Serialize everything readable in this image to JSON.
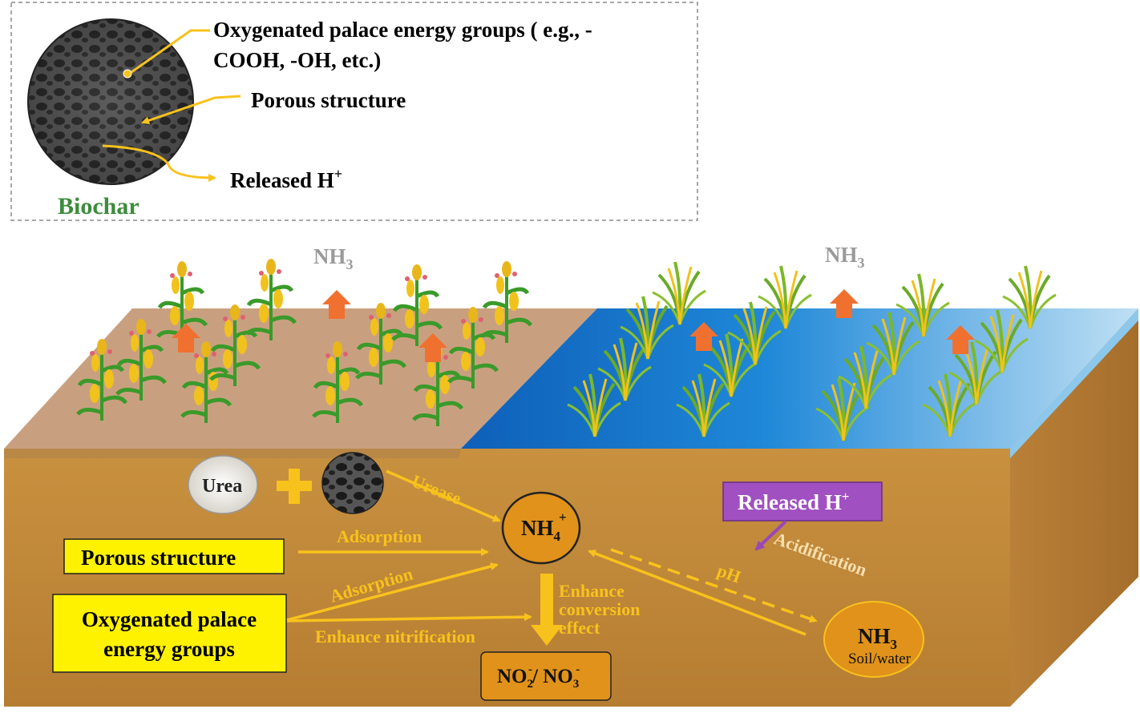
{
  "inset": {
    "oxy_line1": "Oxygenated palace energy groups ( e.g., -",
    "oxy_line2": "COOH, -OH, etc.)",
    "porous": "Porous structure",
    "released": "Released H",
    "released_sup": "+",
    "biochar": "Biochar"
  },
  "top_labels": {
    "nh3_left": "NH",
    "nh3_left_sub": "3",
    "nh3_right": "NH",
    "nh3_right_sub": "3"
  },
  "soil": {
    "urea": "Urea",
    "urease": "Urease",
    "adsorption1": "Adsorption",
    "adsorption2": "Adsorption",
    "enhance_nitrification": "Enhance nitrification",
    "porous_box": "Porous structure",
    "oxy_box_line1": "Oxygenated palace",
    "oxy_box_line2": "energy groups",
    "nh4": "NH",
    "nh4_sub": "4",
    "nh4_sup": "+",
    "enhance_line1": "Enhance",
    "enhance_line2": "conversion",
    "enhance_line3": "effect",
    "no_part1": "NO",
    "no_sub1": "2",
    "no_sup1": "-",
    "no_sep": "/ NO",
    "no_sub2": "3",
    "no_sup2": "-",
    "released_box": "Released H",
    "released_box_sup": "+",
    "acidification": "Acidification",
    "ph": "pH",
    "nh3": "NH",
    "nh3_sub": "3",
    "soil_water": "Soil/water"
  },
  "colors": {
    "soil_front": "#c8913f",
    "soil_top": "#c9a07f",
    "water": "#1a78c8",
    "arrow_yellow": "#f8c21c",
    "nh_circle": "#e0921a",
    "released_box": "#a050c0",
    "label_box": "#fff200",
    "biochar_green": "#3c8c3c",
    "orange_arrow": "#f07030"
  }
}
